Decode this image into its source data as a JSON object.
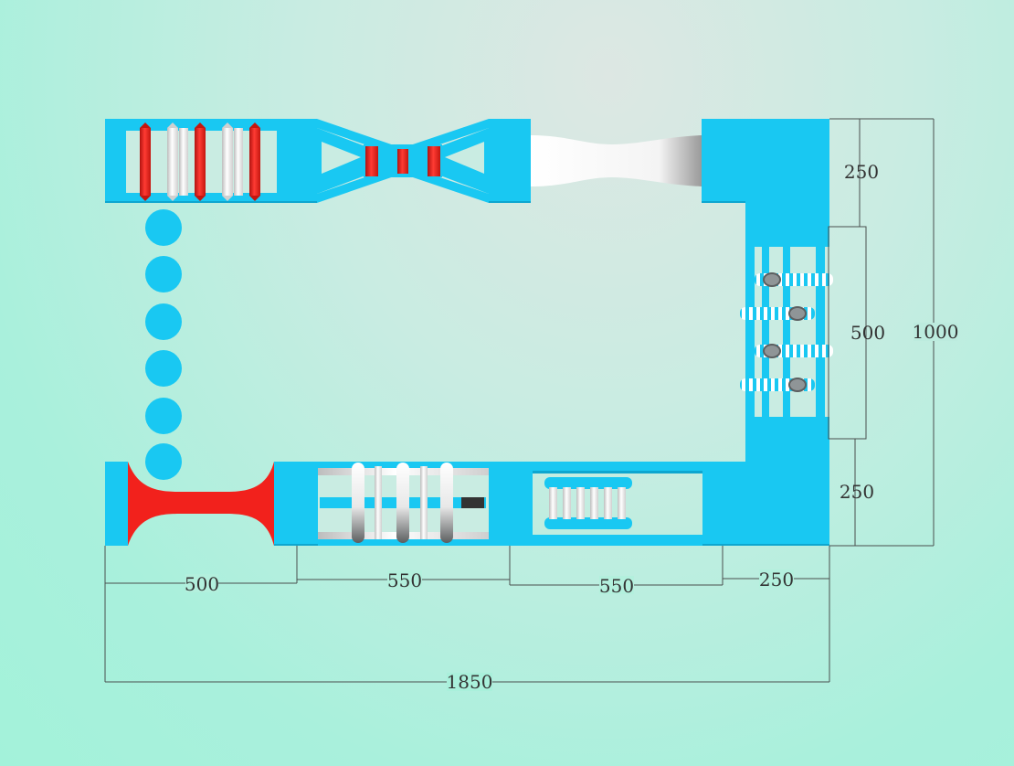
{
  "colors": {
    "cyan": "#19c8f2",
    "cyan_dark": "#0ea6cf",
    "red": "#f2211c",
    "white": "#f4f4f4",
    "grey": "#7a7d7e",
    "line": "#4a4f4e"
  },
  "dimensions": {
    "bottom_segments": [
      "500",
      "550",
      "550",
      "250"
    ],
    "total_width": "1850",
    "right_top": "250",
    "right_middle": "500",
    "right_bottom": "250",
    "total_height": "1000"
  },
  "modules": [
    {
      "name": "red-white-pillar-section",
      "icon": "pillars"
    },
    {
      "name": "hourglass-net-section",
      "icon": "hourglass"
    },
    {
      "name": "white-tunnel-section",
      "icon": "tunnel"
    },
    {
      "name": "corner-platform",
      "icon": "platform"
    },
    {
      "name": "roller-beam-section",
      "icon": "rollers"
    },
    {
      "name": "stepping-balls",
      "icon": "balls"
    },
    {
      "name": "red-hurdle-section",
      "icon": "hurdle"
    },
    {
      "name": "cross-peg-section",
      "icon": "pegs"
    },
    {
      "name": "barrel-cage-section",
      "icon": "barrel"
    },
    {
      "name": "bottom-right-platform",
      "icon": "platform"
    }
  ]
}
